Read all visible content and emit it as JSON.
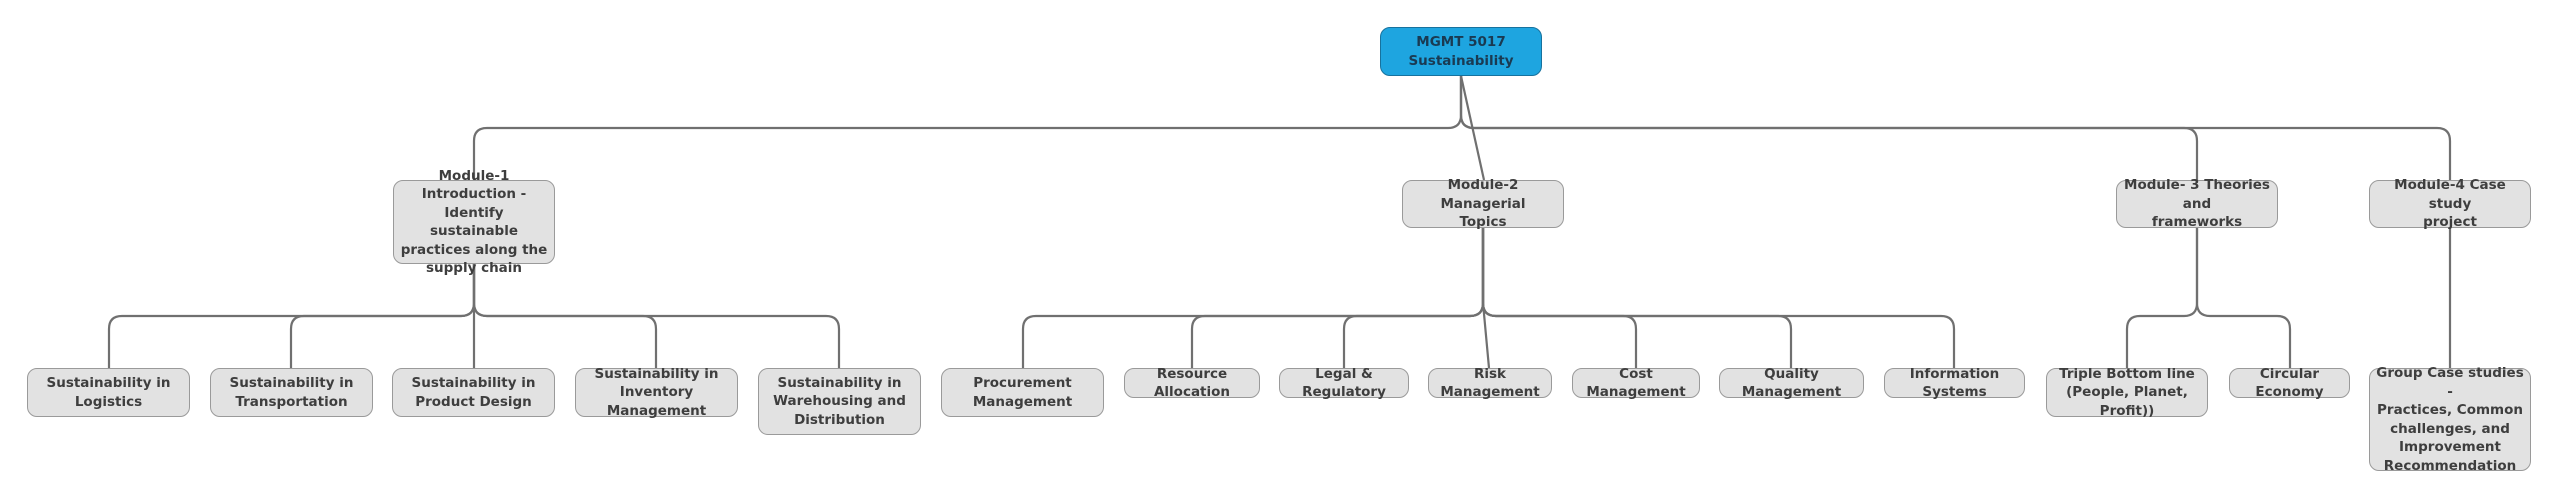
{
  "root": {
    "label": "MGMT 5017\nSustainability",
    "fill": "#1ea5e0"
  },
  "modules": [
    {
      "label": "Module-1 Introduction -\nIdentify sustainable\npractices along the\nsupply chain",
      "topics": [
        "Sustainability in\nLogistics",
        "Sustainability in\nTransportation",
        "Sustainability in\nProduct Design",
        "Sustainability in\nInventory Management",
        "Sustainability in\nWarehousing and\nDistribution"
      ]
    },
    {
      "label": "Module-2 Managerial\nTopics",
      "topics": [
        "Procurement\nManagement",
        "Resource Allocation",
        "Legal & Regulatory",
        "Risk Management",
        "Cost Management",
        "Quality Management",
        "Information Systems"
      ]
    },
    {
      "label": "Module- 3 Theories and\nframeworks",
      "topics": [
        "Triple Bottom line\n(People, Planet, Profit))",
        "Circular Economy"
      ]
    },
    {
      "label": "Module-4 Case study\nproject",
      "topics": [
        "Group Case studies -\nPractices, Common\nchallenges, and\nImprovement\nRecommendation"
      ]
    }
  ],
  "colors": {
    "node_fill": "#e2e2e2",
    "node_border": "#9a9a9a",
    "connector": "#707070",
    "root_fill": "#1ea5e0"
  }
}
